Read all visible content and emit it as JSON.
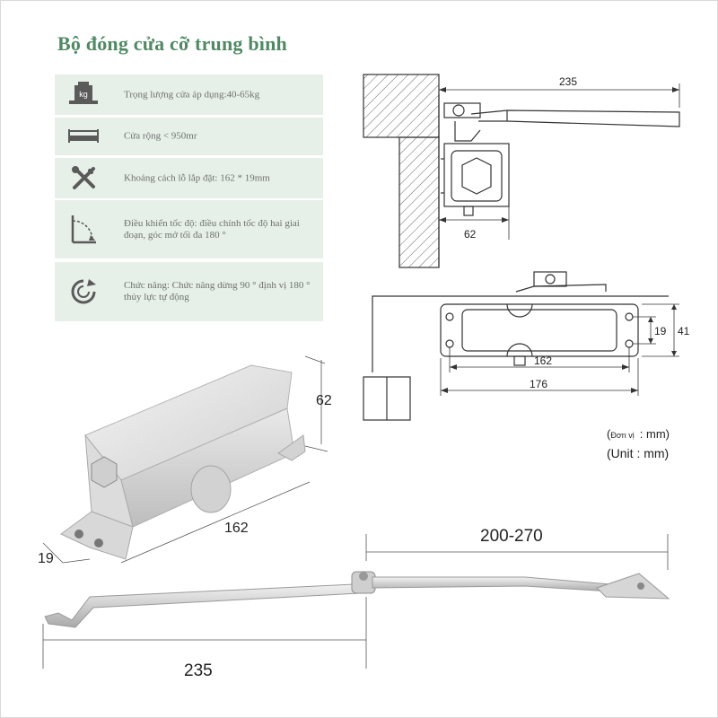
{
  "title": "Bộ đóng cửa cỡ trung bình",
  "specs": [
    {
      "icon": "weight-icon",
      "text": "Trọng lượng cửa áp dụng:40-65kg",
      "badge": "kg"
    },
    {
      "icon": "door-width-icon",
      "text": "Cửa rộng < 950mr"
    },
    {
      "icon": "tools-icon",
      "text": "Khoảng cách lỗ lắp đặt: 162 * 19mm"
    },
    {
      "icon": "angle-icon",
      "text": "Điều khiển tốc độ: điều chỉnh tốc độ hai giai đoạn, góc mở tối đa 180 °"
    },
    {
      "icon": "rotate-icon",
      "text": "Chức năng: Chức năng dừng 90 ° định vị 180 ° thủy lực tự động"
    }
  ],
  "top_view": {
    "dim_arm": "235",
    "dim_depth": "62"
  },
  "side_view": {
    "dim_hole_spacing": "162",
    "dim_length": "176",
    "dim_hole_height": "19",
    "dim_height": "41"
  },
  "units": {
    "vi_label": "Đơn vị",
    "vi_value": ": mm",
    "en": "(Unit : mm)",
    "open": "(",
    "close": ")"
  },
  "photo": {
    "dim_height": "62",
    "dim_length": "162",
    "dim_width": "19",
    "dim_arm_range": "200-270",
    "dim_arm_length": "235"
  }
}
